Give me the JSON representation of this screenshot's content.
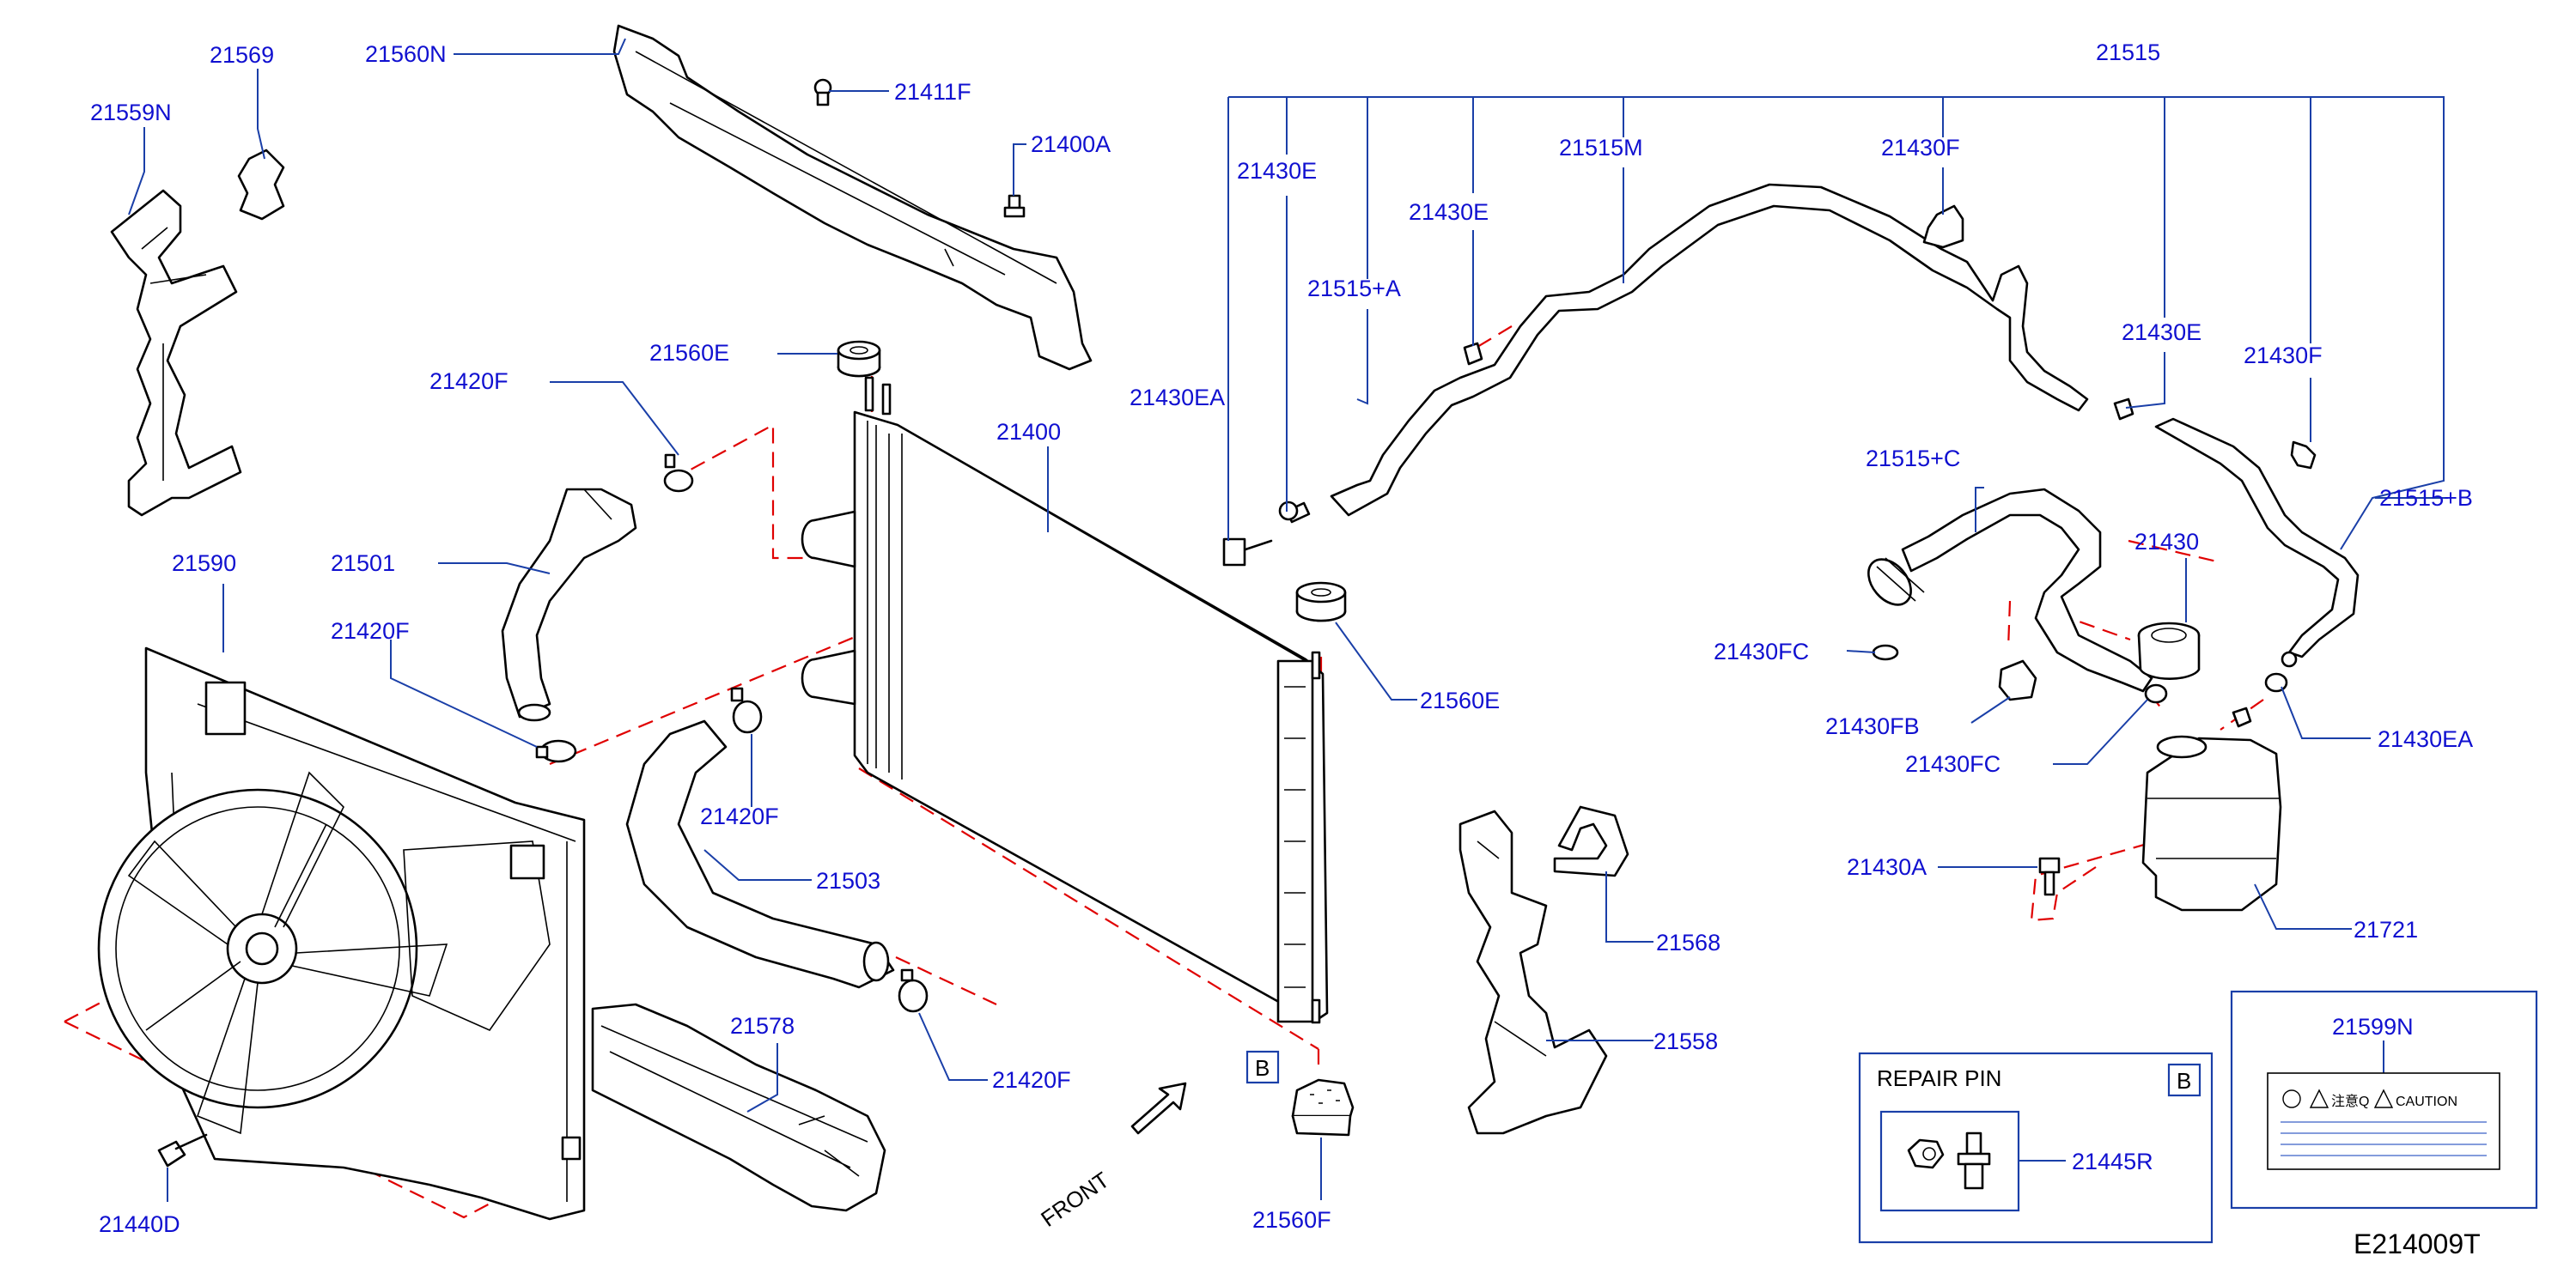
{
  "diagram": {
    "code": "E214009T",
    "front_label": "FRONT",
    "repair_pin": {
      "title": "REPAIR   PIN",
      "ref": "B",
      "part": "21445R"
    },
    "ref_marker": "B",
    "caution_label": {
      "part": "21599N",
      "text_jp": "注意Q",
      "text_en": "CAUTION"
    }
  },
  "callouts": [
    {
      "id": "21569",
      "text": "21569"
    },
    {
      "id": "21560N",
      "text": "21560N"
    },
    {
      "id": "21559N",
      "text": "21559N"
    },
    {
      "id": "21411F",
      "text": "21411F"
    },
    {
      "id": "21400A",
      "text": "21400A"
    },
    {
      "id": "21560E_top",
      "text": "21560E"
    },
    {
      "id": "21420F_a",
      "text": "21420F"
    },
    {
      "id": "21400",
      "text": "21400"
    },
    {
      "id": "21501",
      "text": "21501"
    },
    {
      "id": "21590",
      "text": "21590"
    },
    {
      "id": "21420F_b",
      "text": "21420F"
    },
    {
      "id": "21420F_c",
      "text": "21420F"
    },
    {
      "id": "21503",
      "text": "21503"
    },
    {
      "id": "21578",
      "text": "21578"
    },
    {
      "id": "21420F_d",
      "text": "21420F"
    },
    {
      "id": "21440D",
      "text": "21440D"
    },
    {
      "id": "21560E_mid",
      "text": "21560E"
    },
    {
      "id": "21560F",
      "text": "21560F"
    },
    {
      "id": "21568",
      "text": "21568"
    },
    {
      "id": "21558",
      "text": "21558"
    },
    {
      "id": "21515",
      "text": "21515"
    },
    {
      "id": "21430E_a",
      "text": "21430E"
    },
    {
      "id": "21515M",
      "text": "21515M"
    },
    {
      "id": "21430F_a",
      "text": "21430F"
    },
    {
      "id": "21430E_b",
      "text": "21430E"
    },
    {
      "id": "21515+A",
      "text": "21515+A"
    },
    {
      "id": "21430EA_a",
      "text": "21430EA"
    },
    {
      "id": "21430E_c",
      "text": "21430E"
    },
    {
      "id": "21430F_b",
      "text": "21430F"
    },
    {
      "id": "21515+C",
      "text": "21515+C"
    },
    {
      "id": "21515+B",
      "text": "21515+B"
    },
    {
      "id": "21430",
      "text": "21430"
    },
    {
      "id": "21430FC_a",
      "text": "21430FC"
    },
    {
      "id": "21430FB",
      "text": "21430FB"
    },
    {
      "id": "21430FC_b",
      "text": "21430FC"
    },
    {
      "id": "21430EA_b",
      "text": "21430EA"
    },
    {
      "id": "21430A",
      "text": "21430A"
    },
    {
      "id": "21721",
      "text": "21721"
    }
  ]
}
